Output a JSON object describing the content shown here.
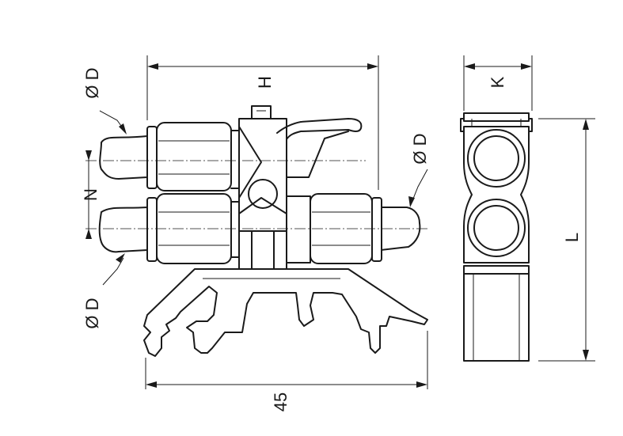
{
  "labels": {
    "dia_top_left": "Ø D",
    "dia_bottom_left": "Ø D",
    "dia_right": "Ø D",
    "height": "H",
    "pitch": "N",
    "width": "45",
    "k_dim": "K",
    "length": "L"
  },
  "colors": {
    "line": "#1a1a1a",
    "background": "#ffffff"
  }
}
